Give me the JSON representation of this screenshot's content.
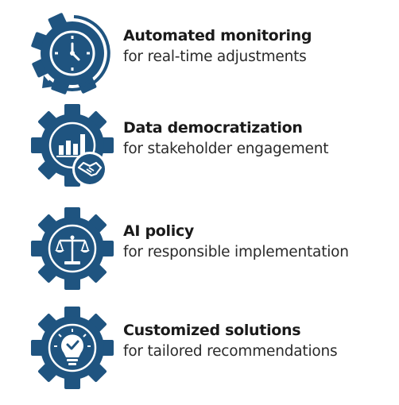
{
  "colors": {
    "accent": "#1f5480",
    "text": "#1a1a1a"
  },
  "items": [
    {
      "icon": "clock-gear-icon",
      "title": "Automated monitoring",
      "subtitle": "for real-time adjustments"
    },
    {
      "icon": "bar-chart-handshake-gear-icon",
      "title": "Data democratization",
      "subtitle": "for stakeholder engagement"
    },
    {
      "icon": "scales-gear-icon",
      "title": "AI policy",
      "subtitle": "for responsible implementation"
    },
    {
      "icon": "lightbulb-check-gear-icon",
      "title": "Customized solutions",
      "subtitle": "for tailored recommendations"
    }
  ]
}
